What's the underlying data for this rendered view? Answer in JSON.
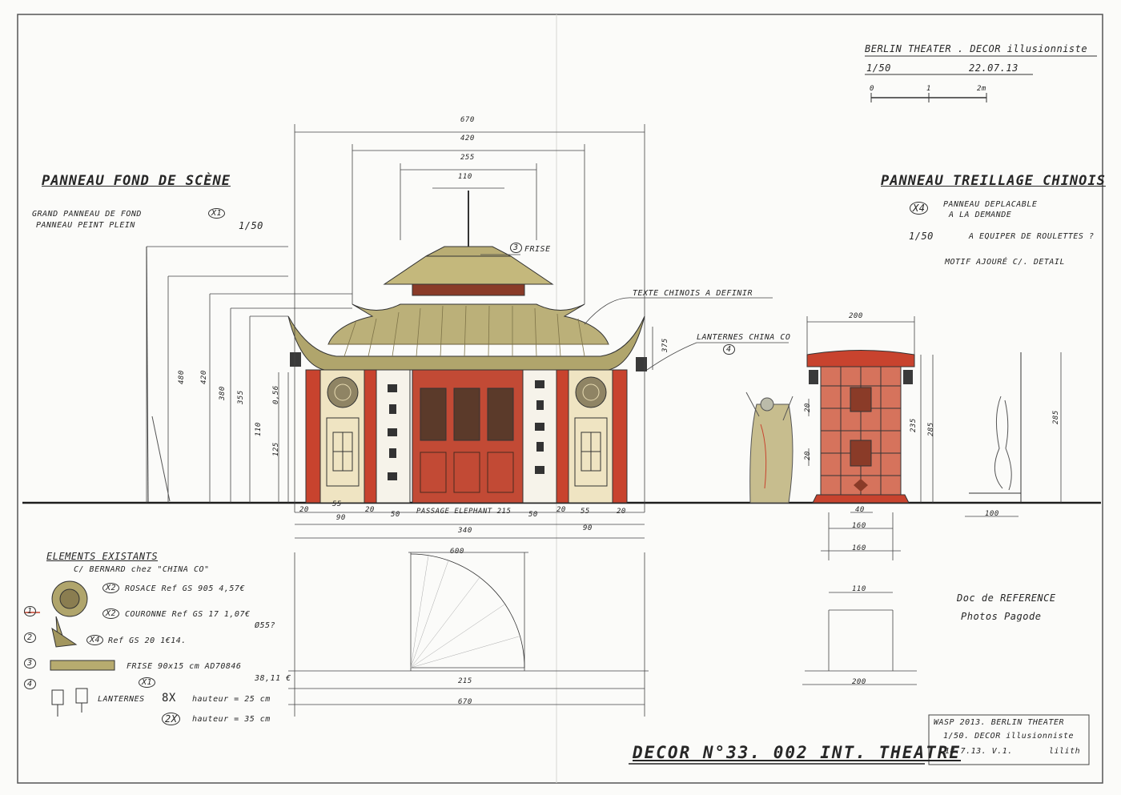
{
  "header": {
    "project_line": "BERLIN THEATER . DECOR illusionniste",
    "scale": "1/50",
    "date": "22.07.13",
    "scale_bar_labels": [
      "0",
      "1",
      "2m"
    ]
  },
  "left_section": {
    "title": "PANNEAU FOND DE SCÈNE",
    "line1": "GRAND PANNEAU DE FOND",
    "line1_qty": "X1",
    "line2": "PANNEAU PEINT PLEIN",
    "scale": "1/50"
  },
  "right_section": {
    "title": "PANNEAU TREILLAGE CHINOIS",
    "qty": "X4",
    "line1a": "PANNEAU DEPLACABLE",
    "line1b": "A LA DEMANDE",
    "scale": "1/50",
    "line2": "A EQUIPER DE ROULETTES ?",
    "line3": "MOTIF AJOURÉ C/. DETAIL"
  },
  "callouts": {
    "frise": "FRISE",
    "frise_num": "3",
    "texte": "TEXTE CHINOIS A DEFINIR",
    "lanternes": "LANTERNES CHINA CO",
    "lanternes_num": "4"
  },
  "dimensions": {
    "top": [
      "670",
      "420",
      "255",
      "110"
    ],
    "left_heights": [
      "480",
      "420",
      "380",
      "355"
    ],
    "inner": [
      "0,56",
      "110",
      "125"
    ],
    "roof_right": "375",
    "bottom_row": [
      "20",
      "55",
      "90",
      "20",
      "50",
      "PASSAGE ELEPHANT 215",
      "50",
      "20",
      "55",
      "90",
      "20"
    ],
    "bottom_total": "340",
    "arc_radius": "600",
    "plan_width": "215",
    "plan_total": "670",
    "panel_top": "200",
    "panel_inner": [
      "20",
      "20"
    ],
    "panel_heights": [
      "235",
      "285"
    ],
    "panel_base": [
      "40",
      "160",
      "160"
    ],
    "panel_plan": [
      "110",
      "200"
    ],
    "figure_height": "285",
    "figure_base": "100"
  },
  "legend": {
    "title": "ELEMENTS EXISTANTS",
    "subtitle": "C/ BERNARD chez \"CHINA CO\"",
    "items": [
      {
        "num": "",
        "qty": "X2",
        "text": "ROSACE Ref GS 905 4,57€"
      },
      {
        "num": "1",
        "qty": "X2",
        "text": "COURONNE Ref GS 17 1,07€",
        "text2": "Ø55?"
      },
      {
        "num": "2",
        "qty": "X4",
        "text": "Ref GS 20 1€14."
      },
      {
        "num": "3",
        "qty": "X1",
        "text": "FRISE 90x15 cm AD70846",
        "text2": "38,11 €"
      },
      {
        "num": "4",
        "qty": "8X",
        "text": "LANTERNES",
        "text2": "hauteur = 25 cm"
      },
      {
        "num": "",
        "qty": "2X",
        "text": "hauteur = 35 cm"
      }
    ]
  },
  "reference": {
    "line1": "Doc de REFERENCE",
    "line2": "Photos Pagode"
  },
  "title_block": {
    "line1": "WASP 2013. BERLIN THEATER",
    "line2": "1/50. DECOR illusionniste",
    "line3": "18.7.13. V.1.",
    "author": "lilith",
    "main": "DECOR N°33. 002 INT. THEATRE"
  },
  "colors": {
    "red": "#c8432e",
    "roof": "#b9ad74",
    "wood": "#8a3b28",
    "cream": "#efe4c2",
    "ink": "#2a2a2a"
  }
}
